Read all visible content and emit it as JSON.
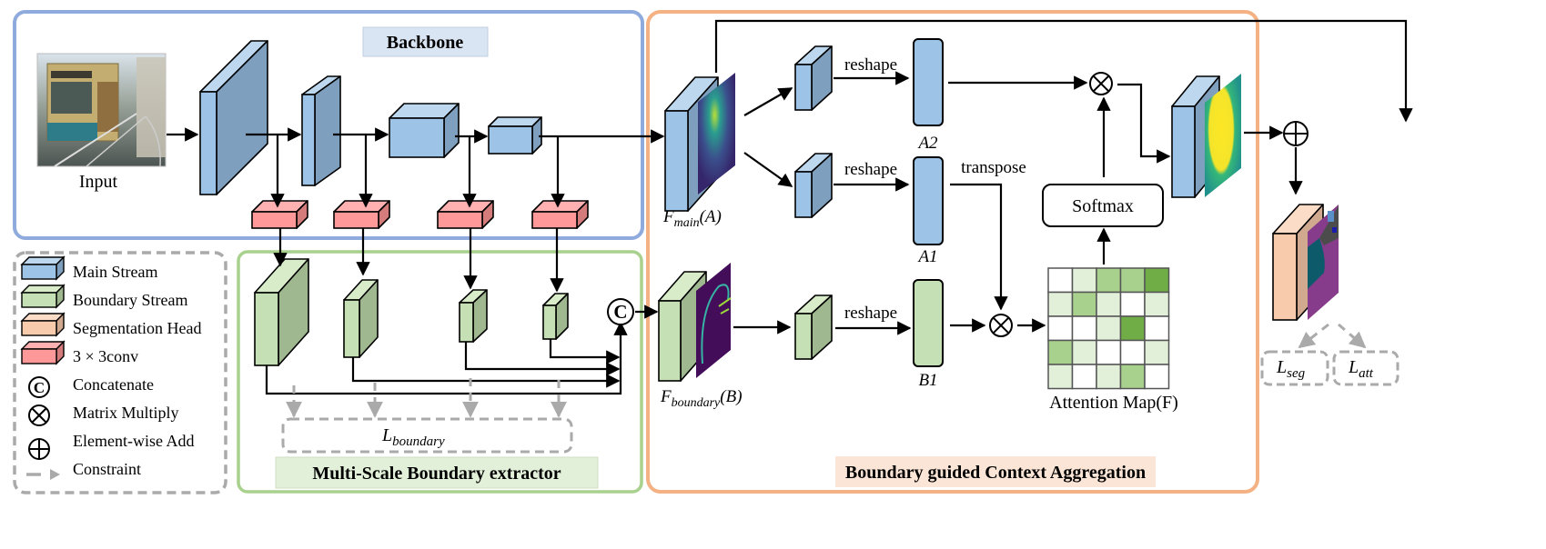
{
  "sections": {
    "backbone": {
      "title": "Backbone",
      "border_color": "#8faadc",
      "label_bg": "#dae5f3"
    },
    "multiscale": {
      "title": "Multi-Scale Boundary extractor",
      "border_color": "#a9d18e",
      "label_bg": "#e2f0d9"
    },
    "bca": {
      "title": "Boundary guided Context Aggregation",
      "border_color": "#f4b183",
      "label_bg": "#fbe5d6"
    },
    "legend": {
      "border_color": "#aaaaaa"
    }
  },
  "input": {
    "label": "Input"
  },
  "labels": {
    "f_main": {
      "main": "F",
      "sub": "main",
      "suffix": "(A)"
    },
    "f_boundary": {
      "main": "F",
      "sub": "boundary",
      "suffix": "(B)"
    },
    "a2": "A2",
    "a1": "A1",
    "b1": "B1",
    "reshape_top": "reshape",
    "reshape_mid": "reshape",
    "reshape_bottom": "reshape",
    "transpose": "transpose",
    "softmax": "Softmax",
    "attention_map": "Attention Map(F)",
    "l_boundary": {
      "main": "L",
      "sub": "boundary"
    },
    "l_seg": {
      "main": "L",
      "sub": "seg"
    },
    "l_att": {
      "main": "L",
      "sub": "att"
    },
    "concat_symbol": "C"
  },
  "legend": {
    "items": [
      {
        "kind": "block",
        "color": "main",
        "label": "Main Stream"
      },
      {
        "kind": "block",
        "color": "boundary",
        "label": "Boundary Stream"
      },
      {
        "kind": "block",
        "color": "seg",
        "label": "Segmentation Head"
      },
      {
        "kind": "block",
        "color": "conv",
        "label": "3 × 3conv"
      },
      {
        "kind": "concat",
        "label": "Concatenate"
      },
      {
        "kind": "multiply",
        "label": "Matrix Multiply"
      },
      {
        "kind": "add",
        "label": "Element-wise Add"
      },
      {
        "kind": "constraint",
        "label": "Constraint"
      }
    ]
  },
  "colors": {
    "main": {
      "front": "#9dc3e6",
      "side": "#7f9fbf",
      "top": "#bdd7ee"
    },
    "boundary": {
      "front": "#c5e0b4",
      "side": "#a0b890",
      "top": "#d8ecc9"
    },
    "seg": {
      "front": "#f8cbad",
      "side": "#d1a98f",
      "top": "#fbdcc6"
    },
    "conv": {
      "front": "#ff9999",
      "side": "#d47b7b",
      "top": "#ffb0b0"
    },
    "constraint": "#aaaaaa"
  },
  "attention_map": {
    "levels": [
      [
        0,
        1,
        2,
        2,
        3
      ],
      [
        1,
        2,
        1,
        0,
        1
      ],
      [
        0,
        0,
        1,
        3,
        0
      ],
      [
        2,
        1,
        0,
        0,
        1
      ],
      [
        1,
        0,
        1,
        2,
        0
      ]
    ],
    "palette": [
      "#ffffff",
      "#e2efd9",
      "#a9d18e",
      "#70ad47"
    ]
  }
}
